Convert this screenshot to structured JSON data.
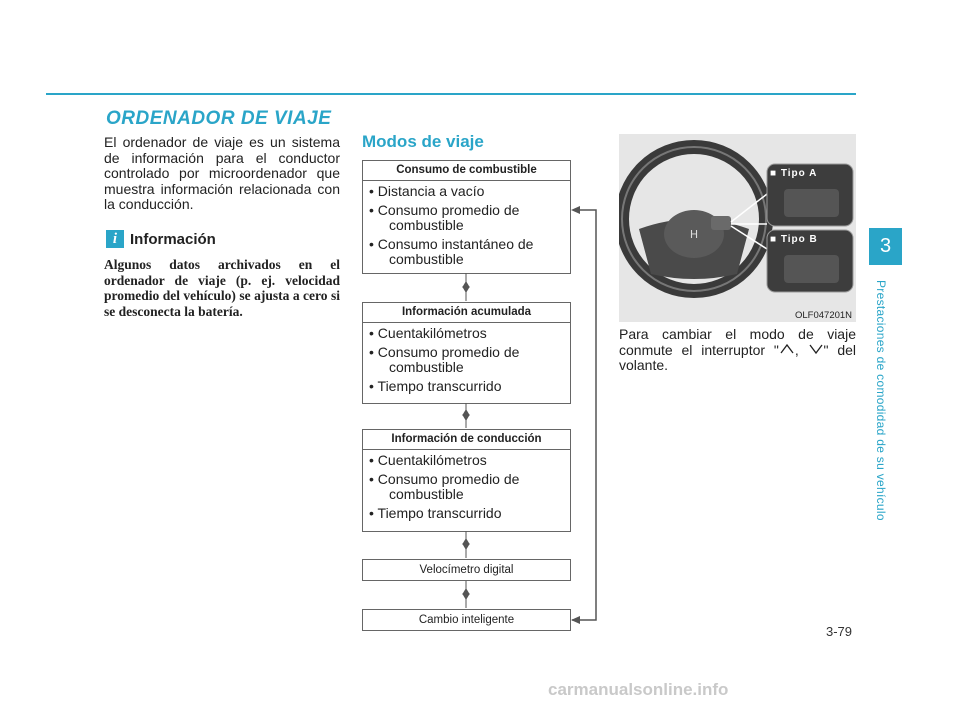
{
  "section": {
    "title": "ORDENADOR DE VIAJE",
    "intro": "El ordenador de viaje es un sistema de información para el conductor controlado por microordenador que muestra información relacionada con la conducción."
  },
  "info": {
    "icon": "i",
    "title": "Información",
    "text": "Algunos datos archivados en el ordenador de viaje (p. ej. velocidad promedio del vehículo) se ajusta a cero si se desconecta la batería."
  },
  "modes": {
    "title": "Modos de viaje",
    "boxes": [
      {
        "header": "Consumo de combustible",
        "items": [
          {
            "first": "• Distancia a vacío",
            "rest": ""
          },
          {
            "first": "• Consumo promedio de",
            "rest": "combustible"
          },
          {
            "first": "• Consumo instantáneo de",
            "rest": "combustible"
          }
        ]
      },
      {
        "header": "Información acumulada",
        "items": [
          {
            "first": "• Cuentakilómetros",
            "rest": ""
          },
          {
            "first": "• Consumo promedio de",
            "rest": "combustible"
          },
          {
            "first": "• Tiempo transcurrido",
            "rest": ""
          }
        ]
      },
      {
        "header": "Información de conducción",
        "items": [
          {
            "first": "• Cuentakilómetros",
            "rest": ""
          },
          {
            "first": "• Consumo promedio de",
            "rest": "combustible"
          },
          {
            "first": "• Tiempo transcurrido",
            "rest": ""
          }
        ]
      }
    ],
    "digital": "Velocímetro digital",
    "smart": "Cambio inteligente"
  },
  "figure": {
    "tipo_a": "Tipo A",
    "tipo_b": "Tipo B",
    "code": "OLF047201N"
  },
  "right": {
    "text_before": "Para cambiar el modo de viaje conmute el interruptor \"",
    "text_mid": ", ",
    "text_after": "\" del volante."
  },
  "footer": {
    "page": "3-79",
    "chapter": "3",
    "chapter_label": "Prestaciones de comodidad de su vehículo",
    "watermark": "carmanualsonline.info"
  },
  "colors": {
    "accent": "#2aa5c8"
  }
}
